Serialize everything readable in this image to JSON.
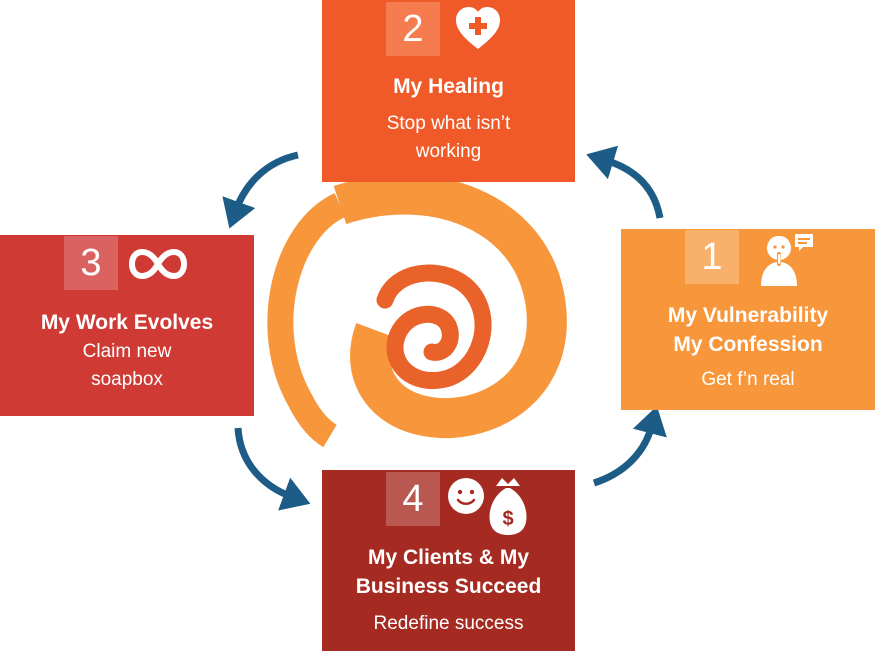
{
  "colors": {
    "healing": "#F05A28",
    "vulnerability": "#F7963B",
    "work": "#CF3A35",
    "clients": "#A52A22",
    "arrow": "#1D5C86",
    "spiral_outer": "#F7963B",
    "spiral_inner": "#E8622A"
  },
  "steps": {
    "healing": {
      "number": "2",
      "icon": "heart-plus-icon",
      "title": "My Healing",
      "subtitle_lines": [
        "Stop what isn’t",
        "working"
      ]
    },
    "vulnerability": {
      "number": "1",
      "icon": "person-shush-speech-icon",
      "title_lines": [
        "My Vulnerability",
        "My Confession"
      ],
      "subtitle": "Get f’n real"
    },
    "work": {
      "number": "3",
      "icon": "infinity-icon",
      "title": "My Work Evolves",
      "subtitle_lines": [
        "Claim new",
        "soapbox"
      ]
    },
    "clients": {
      "number": "4",
      "icon": "smiley-money-bag-icon",
      "title_lines": [
        "My Clients & My",
        "Business Succeed"
      ],
      "subtitle": "Redefine success"
    }
  }
}
